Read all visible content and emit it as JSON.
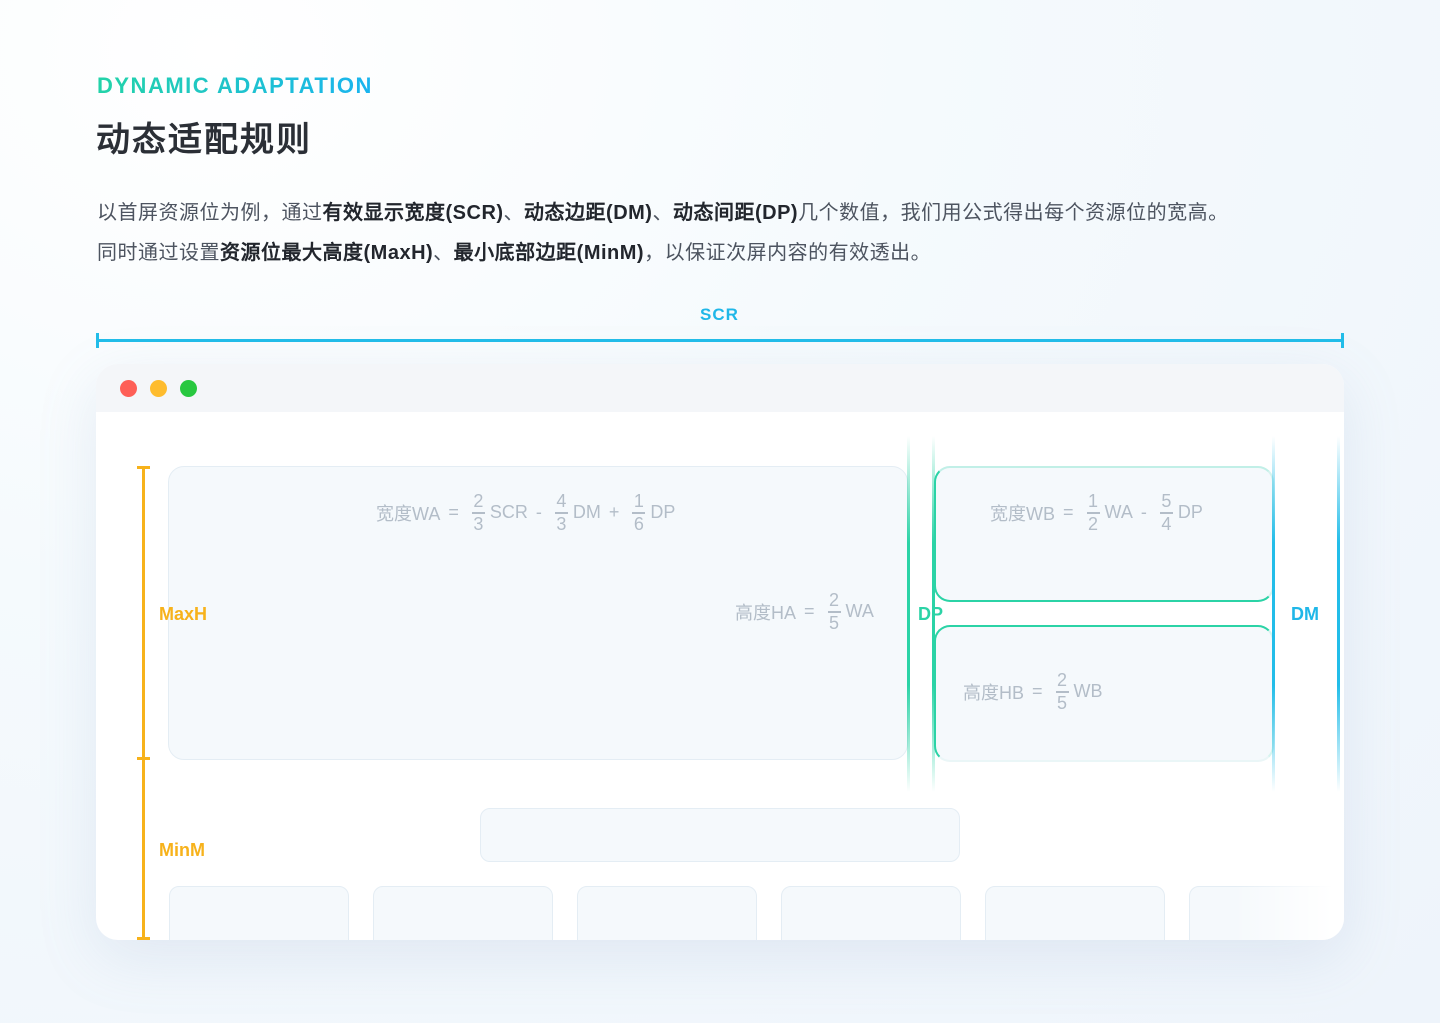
{
  "header": {
    "eyebrow": "DYNAMIC ADAPTATION",
    "title": "动态适配规则"
  },
  "description": {
    "line1": [
      {
        "text": "以首屏资源位为例，通过",
        "bold": false
      },
      {
        "text": "有效显示宽度(SCR)",
        "bold": true
      },
      {
        "text": "、",
        "bold": false
      },
      {
        "text": "动态边距(DM)",
        "bold": true
      },
      {
        "text": "、",
        "bold": false
      },
      {
        "text": "动态间距(DP)",
        "bold": true
      },
      {
        "text": "几个数值，我们用公式得出每个资源位的宽高。",
        "bold": false
      }
    ],
    "line2": [
      {
        "text": "同时通过设置",
        "bold": false
      },
      {
        "text": "资源位最大高度(MaxH)",
        "bold": true
      },
      {
        "text": "、",
        "bold": false
      },
      {
        "text": "最小底部边距(MinM)",
        "bold": true
      },
      {
        "text": "，以保证次屏内容的有效透出。",
        "bold": false
      }
    ]
  },
  "labels": {
    "scr": "SCR",
    "maxh": "MaxH",
    "minm": "MinM",
    "dp": "DP",
    "dm": "DM"
  },
  "formulas": {
    "wa": {
      "name": "宽度WA",
      "eq": "=",
      "f1n": "2",
      "f1d": "3",
      "v1": "SCR",
      "op1": "-",
      "f2n": "4",
      "f2d": "3",
      "v2": "DM",
      "op2": "+",
      "f3n": "1",
      "f3d": "6",
      "v3": "DP"
    },
    "ha": {
      "name": "高度HA",
      "eq": "=",
      "fn": "2",
      "fd": "5",
      "v": "WA"
    },
    "wb": {
      "name": "宽度WB",
      "eq": "=",
      "f1n": "1",
      "f1d": "2",
      "v1": "WA",
      "op1": "-",
      "f2n": "5",
      "f2d": "4",
      "v2": "DP"
    },
    "hb": {
      "name": "高度HB",
      "eq": "=",
      "fn": "2",
      "fd": "5",
      "v": "WB"
    }
  },
  "colors": {
    "accent_cyan": "#1fb7e8",
    "accent_green": "#2bd3a6",
    "accent_orange": "#f7b21b",
    "traffic_red": "#fe5f57",
    "traffic_yellow": "#febc2e",
    "traffic_green": "#28c840"
  }
}
